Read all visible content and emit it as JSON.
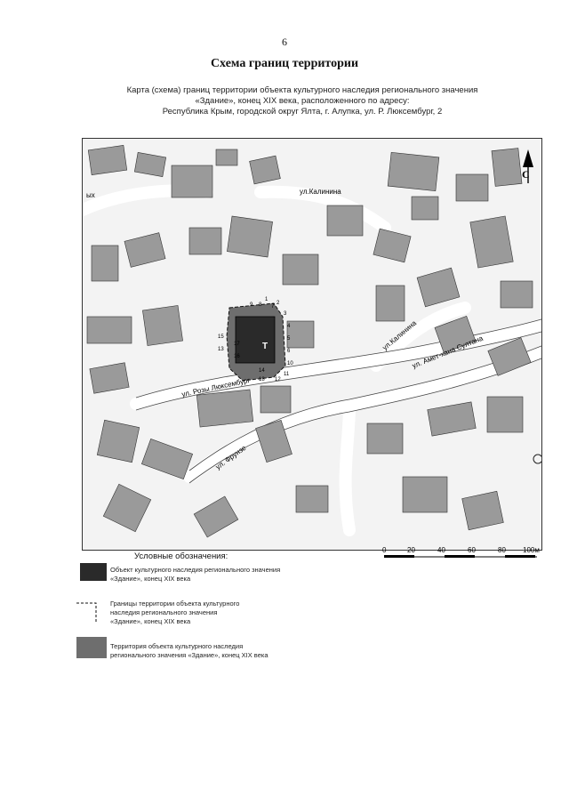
{
  "page_number": "6",
  "heading": "Схема границ территории",
  "caption": {
    "line1": "Карта (схема) границ территории объекта культурного наследия регионального значения",
    "line2": "«Здание», конец XIX века, расположенного по адресу:",
    "line3": "Республика Крым, городской округ Ялта, г. Алупка, ул. Р. Люксембург, 2"
  },
  "map": {
    "north_symbol": "С",
    "streets": {
      "kalinina_top": "ул.Калинина",
      "kalinina_mid": "ул.Калинина",
      "akhmet_khan_sultana": "ул. Амет-хана Султана",
      "rozy_lyuksemburg": "ул. Розы Люксембург",
      "frunze": "ул. Фрунзе",
      "edge_fragment": "ых"
    },
    "object_label": "Т",
    "boundary_points": [
      "1",
      "2",
      "3",
      "4",
      "5",
      "6",
      "7",
      "8",
      "9",
      "10",
      "11",
      "12",
      "13",
      "14",
      "15",
      "16",
      "17",
      "18"
    ]
  },
  "scale": {
    "ticks": [
      "0",
      "20",
      "40",
      "60",
      "80",
      "100м"
    ]
  },
  "legend": {
    "title": "Условные обозначения:",
    "object": {
      "line1": "Объект культурного наследия регионального значения",
      "line2": "«Здание», конец XIX века"
    },
    "boundary": {
      "line1": "Границы территории объекта культурного",
      "line2": "наследия регионального значения",
      "line3": "«Здание», конец XIX века"
    },
    "territory": {
      "line1": "Территория объекта культурного наследия",
      "line2": "регионального значения «Здание», конец XIX века"
    }
  },
  "colors": {
    "object_fill": "#2a2a2a",
    "territory_fill": "#6e6e6e",
    "building_fill": "#9a9a9a",
    "line": "#333333"
  }
}
